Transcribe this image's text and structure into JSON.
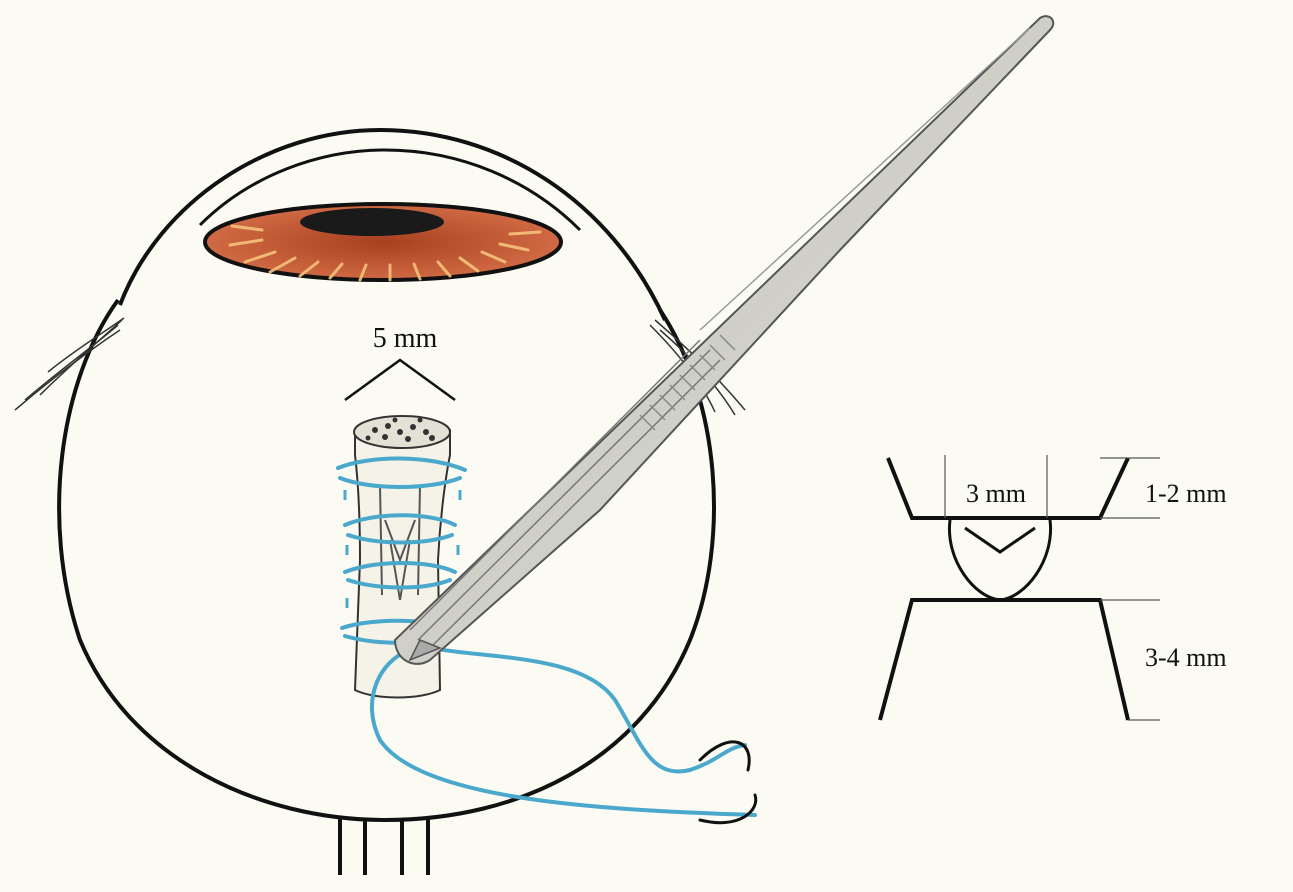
{
  "labels": {
    "optic_width": "5 mm",
    "inner_width": "3 mm",
    "top_height": "1-2 mm",
    "bottom_height": "3-4 mm"
  },
  "colors": {
    "background": "#fbfbf3",
    "outline": "#111111",
    "iris": "#c8573a",
    "suture": "#4aa8cc",
    "instrument": "#d6d6d0"
  },
  "icons": {
    "forceps": "forceps-icon",
    "eyeball": "eyeball-icon"
  }
}
